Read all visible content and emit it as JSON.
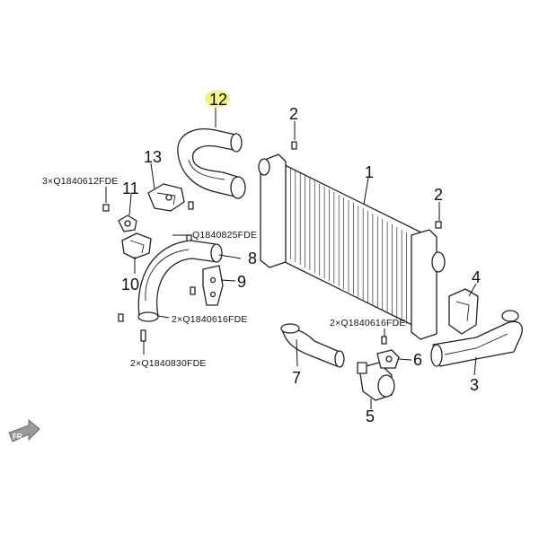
{
  "diagram": {
    "highlight_color": "#f6f08a",
    "callouts": {
      "c1": "1",
      "c2a": "2",
      "c2b": "2",
      "c3": "3",
      "c4": "4",
      "c5": "5",
      "c6": "6",
      "c7": "7",
      "c8": "8",
      "c9": "9",
      "c10": "10",
      "c11": "11",
      "c12": "12",
      "c13": "13"
    },
    "fasteners": {
      "f1": "3×Q1840612FDE",
      "f2": "Q1840825FDE",
      "f3": "2×Q1840616FDE",
      "f4": "2×Q1840616FDE",
      "f5": "2×Q1840830FDE"
    },
    "direction_badge": "FR"
  }
}
